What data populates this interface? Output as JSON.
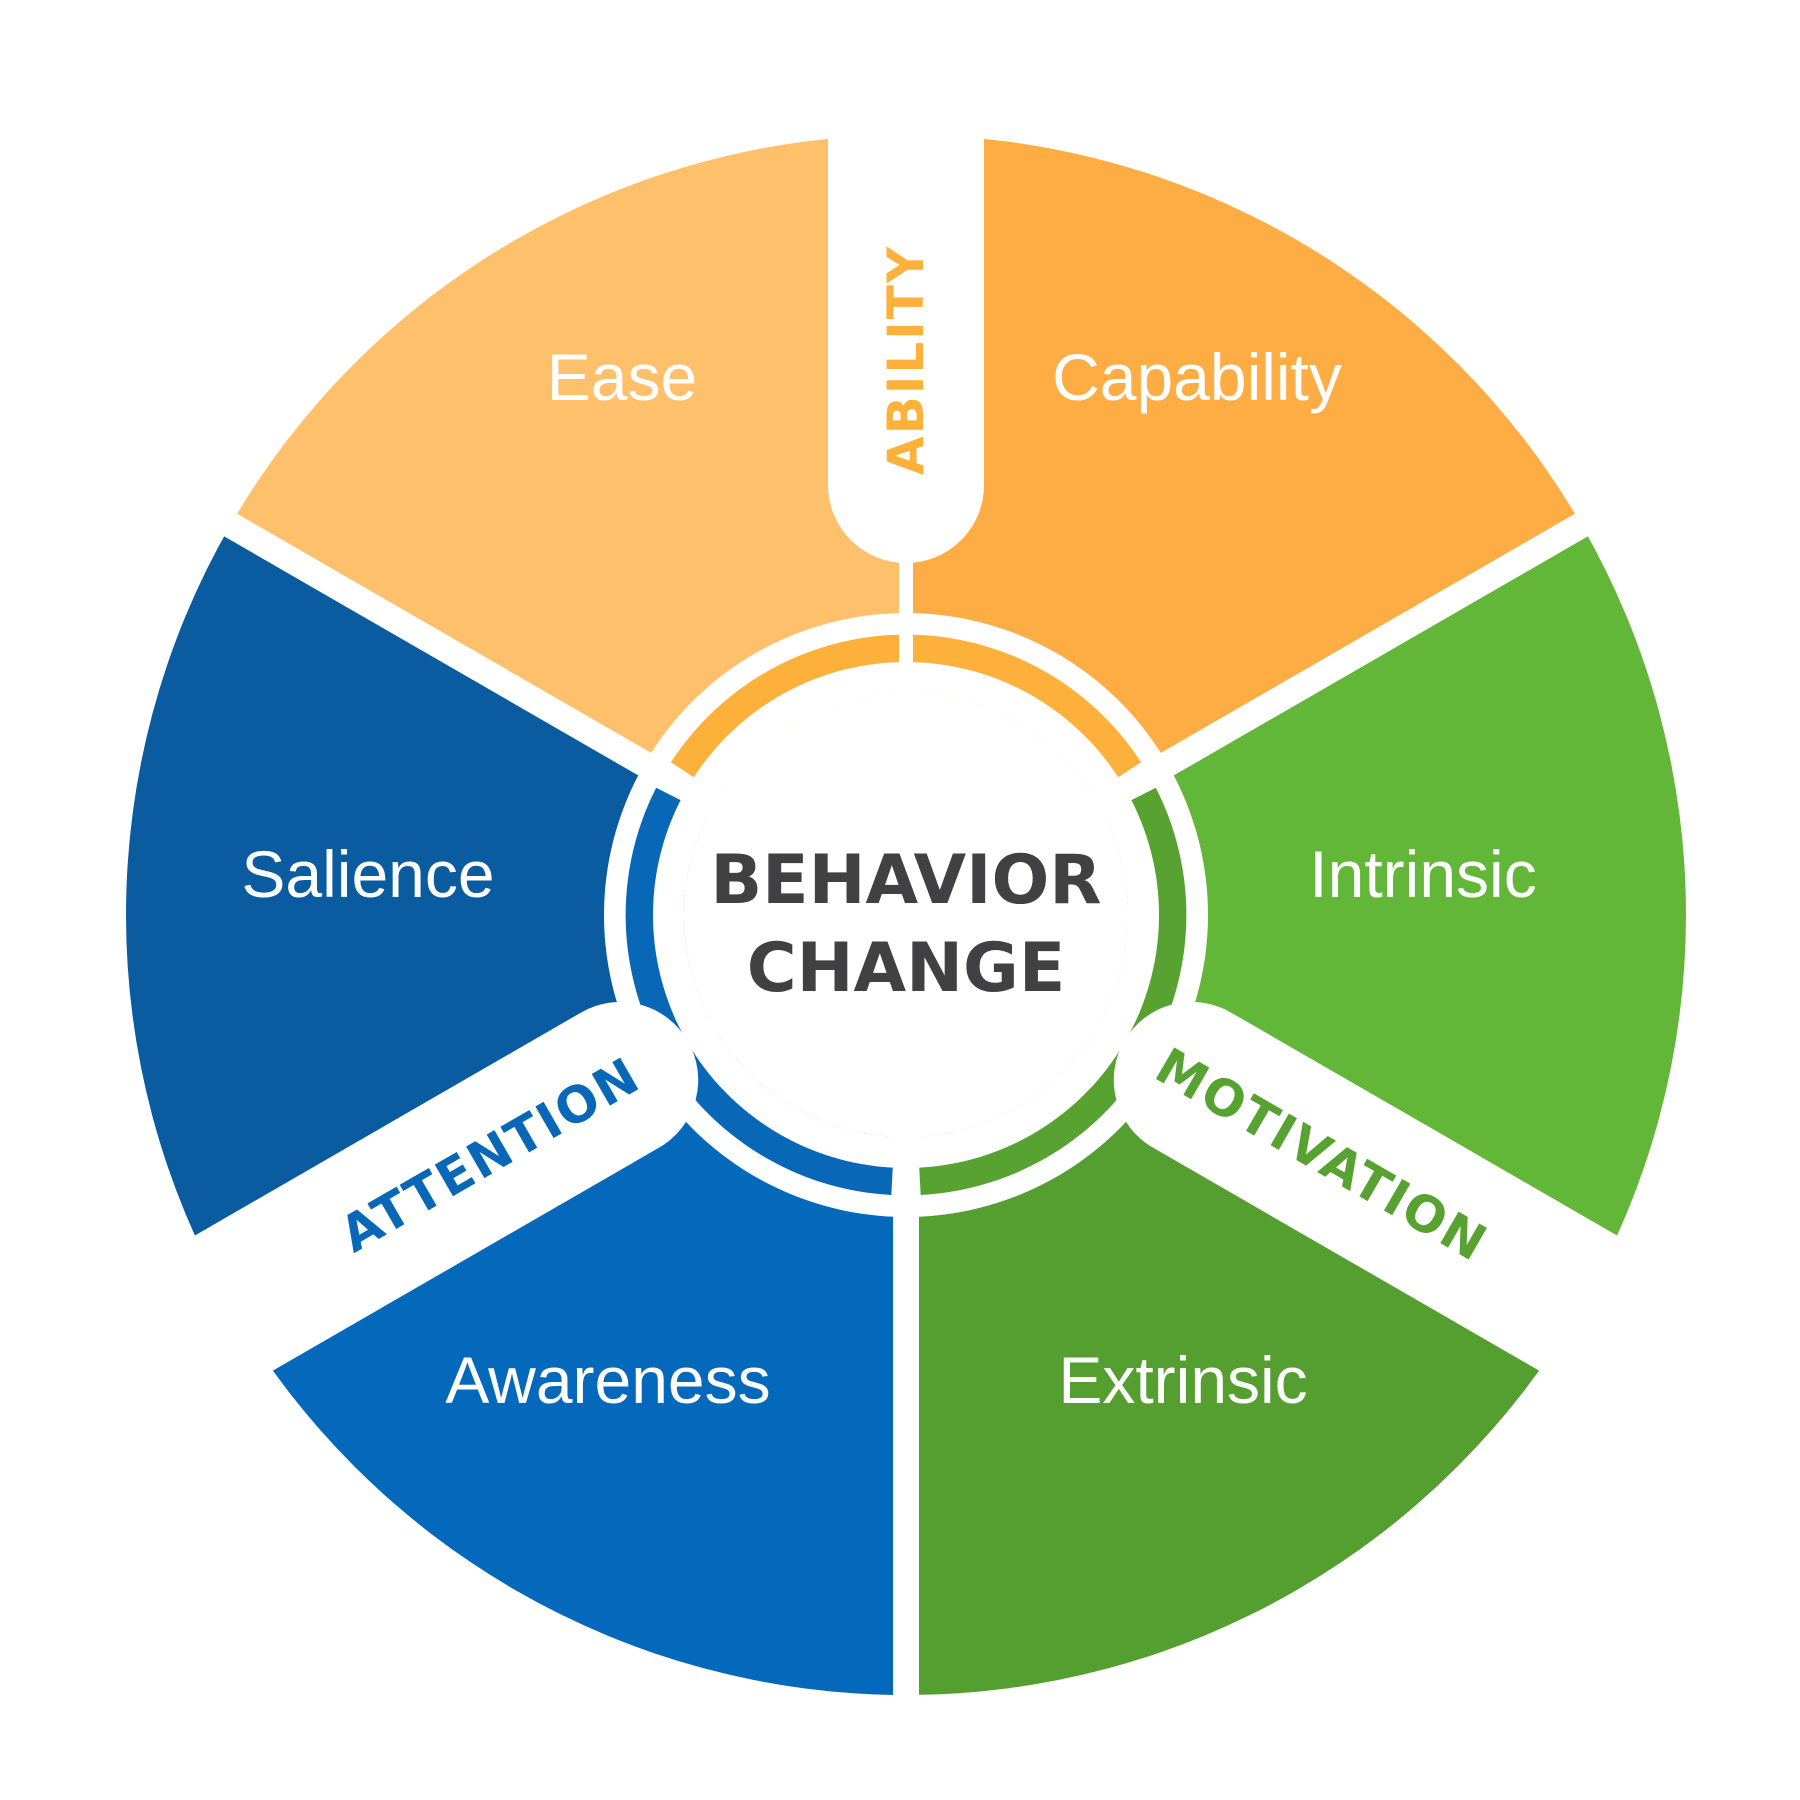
{
  "center": {
    "line1": "BEHAVIOR",
    "line2": "CHANGE"
  },
  "categories": [
    {
      "name": "ABILITY",
      "color": "#fdb13b",
      "segments": [
        {
          "label": "Ease",
          "color": "#fec06b"
        },
        {
          "label": "Capability",
          "color": "#fdad43"
        }
      ]
    },
    {
      "name": "MOTIVATION",
      "color": "#57a231",
      "segments": [
        {
          "label": "Intrinsic",
          "color": "#62b739"
        },
        {
          "label": "Extrinsic",
          "color": "#559e30"
        }
      ]
    },
    {
      "name": "ATTENTION",
      "color": "#0967b7",
      "segments": [
        {
          "label": "Awareness",
          "color": "#0569bb"
        },
        {
          "label": "Salience",
          "color": "#0a5ba0"
        }
      ]
    }
  ]
}
